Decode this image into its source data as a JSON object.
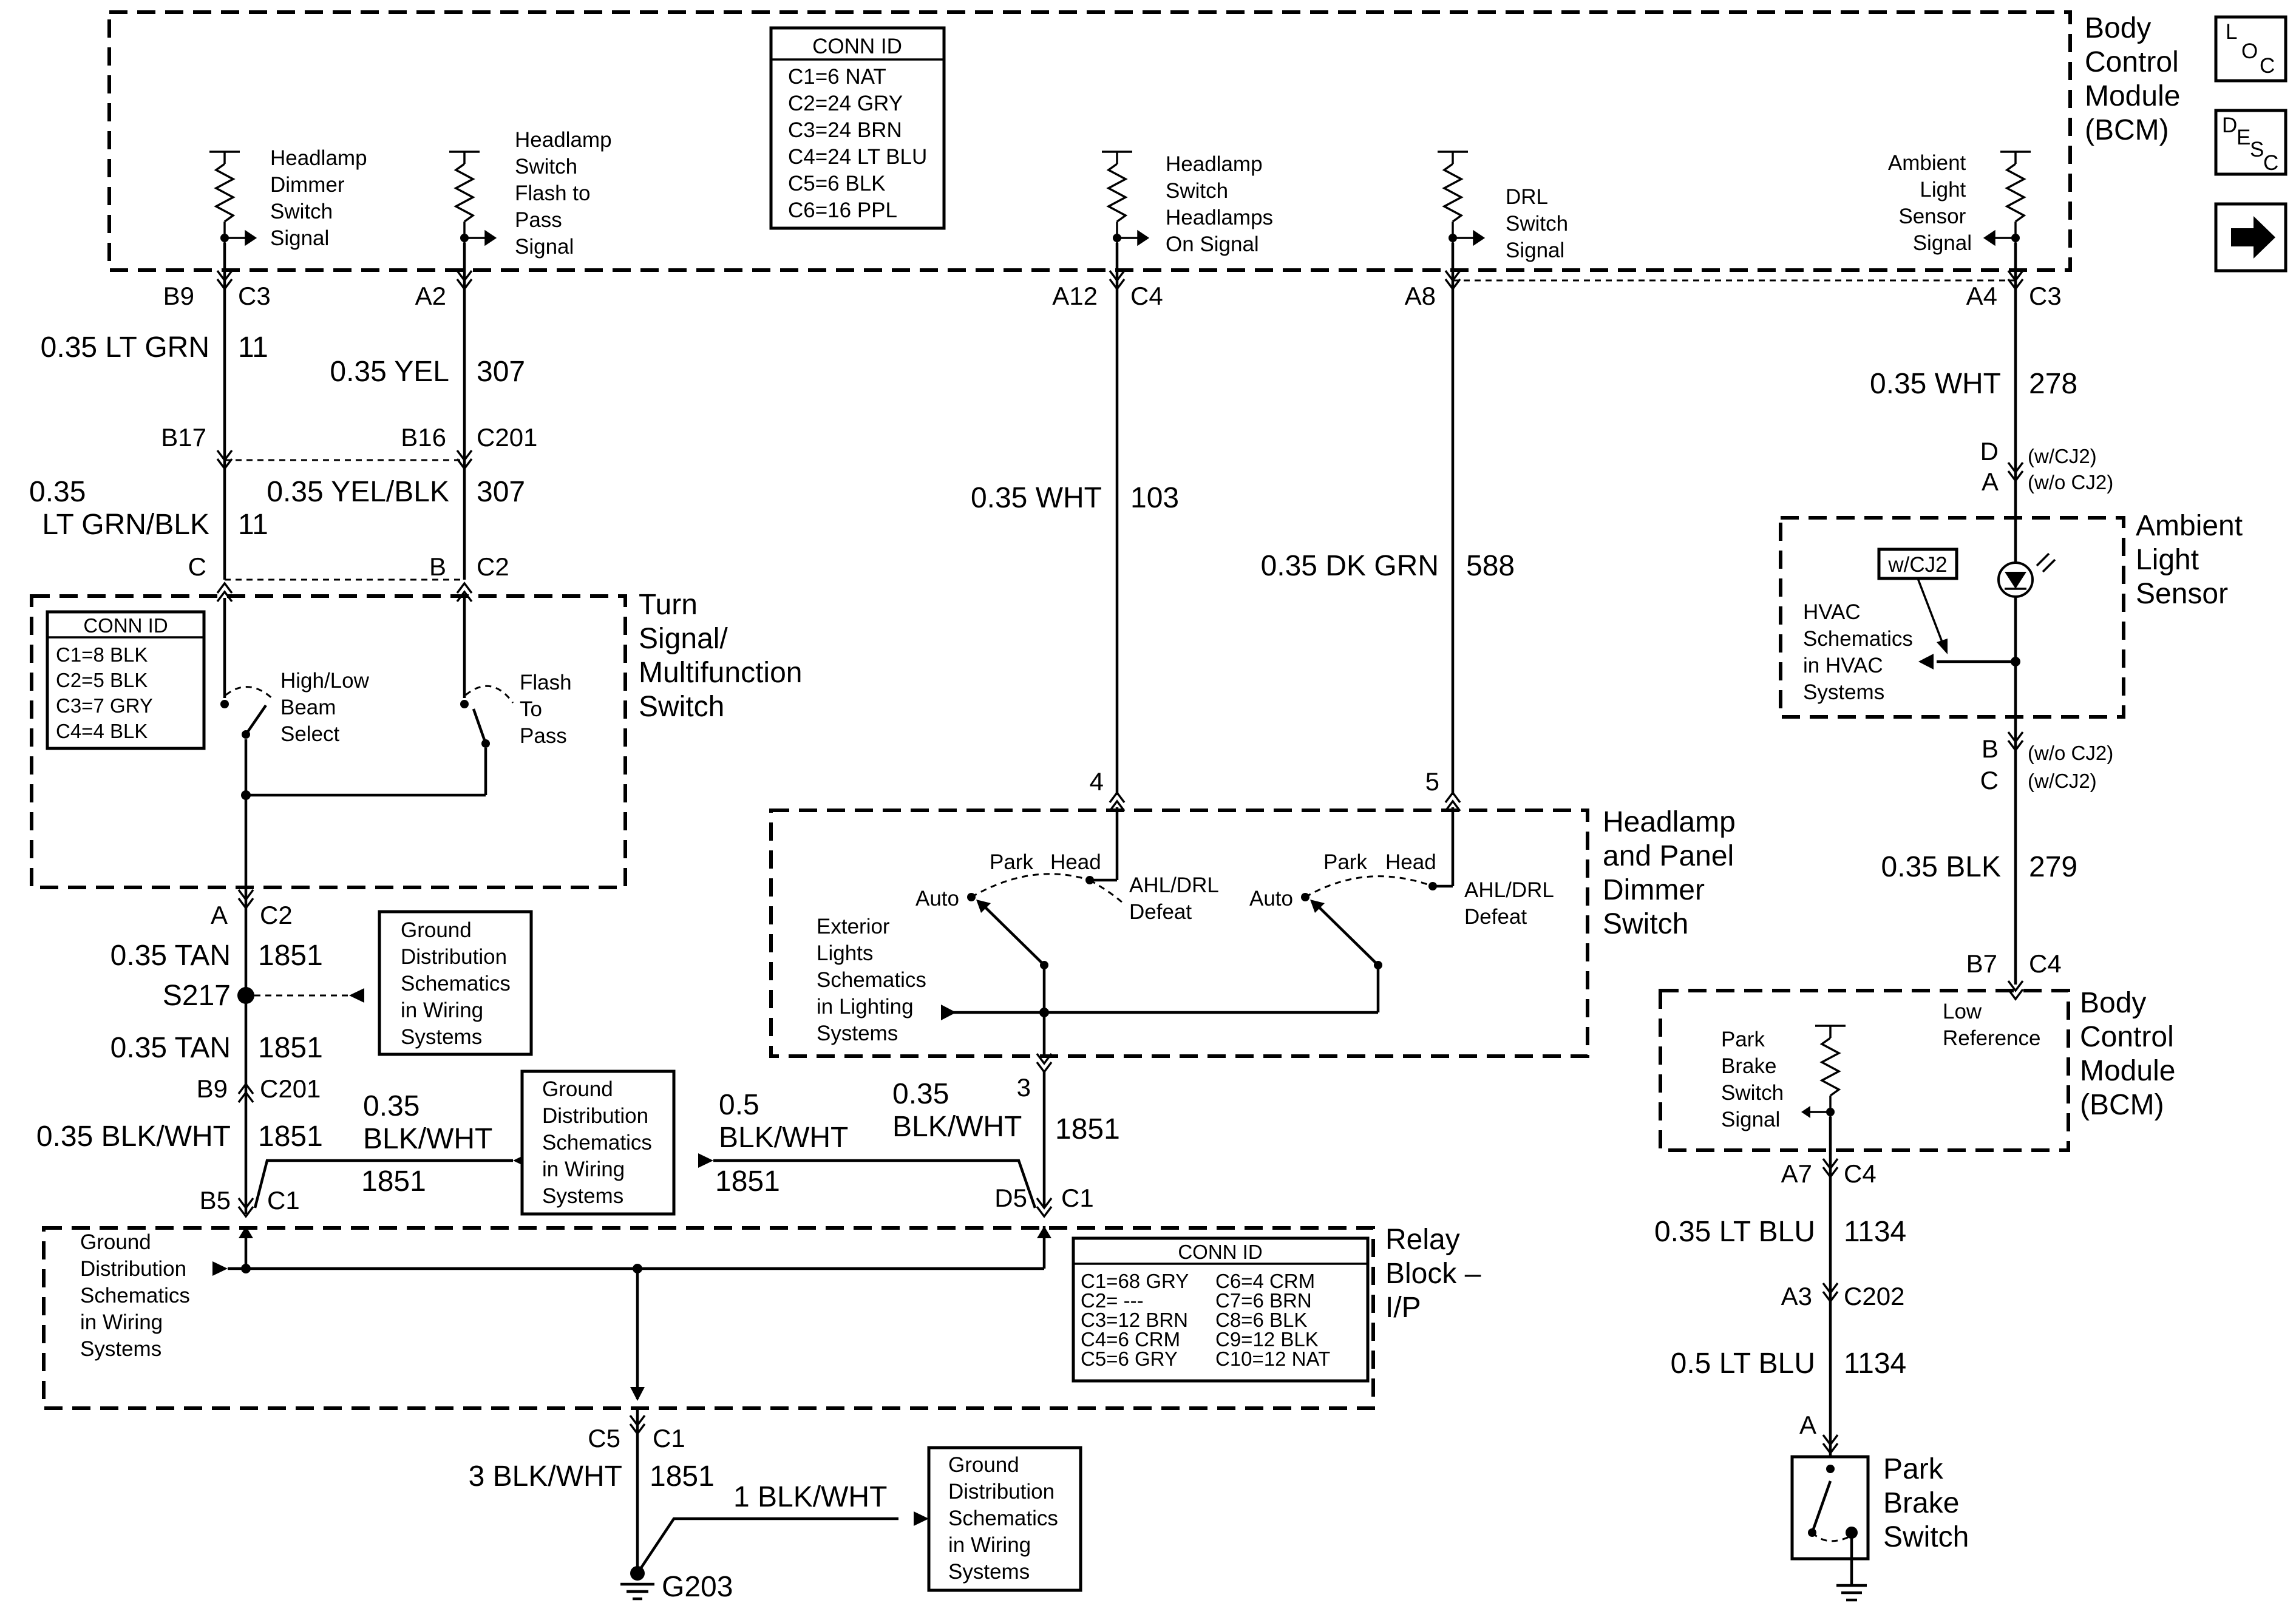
{
  "modules": {
    "bcm_top_title": [
      "Body",
      "Control",
      "Module",
      "(BCM)"
    ],
    "bcm_bottom_title": [
      "Body",
      "Control",
      "Module",
      "(BCM)"
    ],
    "turn_signal_title": [
      "Turn",
      "Signal/",
      "Multifunction",
      "Switch"
    ],
    "headlamp_dimmer_title": [
      "Headlamp",
      "and Panel",
      "Dimmer",
      "Switch"
    ],
    "ambient_sensor_title": [
      "Ambient",
      "Light",
      "Sensor"
    ],
    "relay_block_title": [
      "Relay",
      "Block –",
      "I/P"
    ],
    "park_brake_title": [
      "Park",
      "Brake",
      "Switch"
    ]
  },
  "nav_icons": {
    "loc": [
      "L",
      "O",
      "C"
    ],
    "desc": [
      "D",
      "E",
      "S",
      "C"
    ],
    "next": "arrow-right-icon"
  },
  "conn_tables": {
    "bcm": {
      "header": "CONN ID",
      "rows": [
        "C1=6 NAT",
        "C2=24 GRY",
        "C3=24 BRN",
        "C4=24 LT BLU",
        "C5=6 BLK",
        "C6=16 PPL"
      ]
    },
    "turn": {
      "header": "CONN ID",
      "rows": [
        "C1=8 BLK",
        "C2=5 BLK",
        "C3=7 GRY",
        "C4=4 BLK"
      ]
    },
    "relay": {
      "header": "CONN ID",
      "left": [
        "C1=68 GRY",
        "C2= ---",
        "C3=12 BRN",
        "C4=6 CRM",
        "C5=6 GRY"
      ],
      "right": [
        "C6=4 CRM",
        "C7=6 BRN",
        "C8=6 BLK",
        "C9=12 BLK",
        "C10=12 NAT"
      ]
    }
  },
  "bcm_signals": {
    "dimmer": [
      "Headlamp",
      "Dimmer",
      "Switch",
      "Signal"
    ],
    "flash": [
      "Headlamp",
      "Switch",
      "Flash to",
      "Pass",
      "Signal"
    ],
    "on": [
      "Headlamp",
      "Switch",
      "Headlamps",
      "On Signal"
    ],
    "drl": [
      "DRL",
      "Switch",
      "Signal"
    ],
    "ambient": [
      "Ambient",
      "Light",
      "Sensor",
      "Signal"
    ]
  },
  "wire1": {
    "pin_top": "B9",
    "conn_top": "C3",
    "wire_a": "0.35 LT GRN",
    "circuit_a": "11",
    "pin_mid": "B17",
    "wire_b1": "0.35",
    "wire_b2": "LT GRN/BLK",
    "circuit_b": "11",
    "pin_bot": "C"
  },
  "wire2": {
    "pin_top": "A2",
    "wire_a": "0.35 YEL",
    "circuit_a": "307",
    "pin_mid": "B16",
    "conn_mid": "C201",
    "wire_b": "0.35 YEL/BLK",
    "circuit_b": "307",
    "pin_bot": "B",
    "conn_bot": "C2"
  },
  "wire3": {
    "pin_top": "A12",
    "conn_top": "C4",
    "wire": "0.35 WHT",
    "circuit": "103",
    "pin_bot": "4"
  },
  "wire4": {
    "pin_top": "A8",
    "wire": "0.35 DK GRN",
    "circuit": "588",
    "pin_bot": "5"
  },
  "wire5": {
    "pin_top": "A4",
    "conn_top": "C3",
    "wire_a": "0.35 WHT",
    "circuit_a": "278",
    "pin_d": "D",
    "note_d": "(w/CJ2)",
    "pin_a": "A",
    "note_a": "(w/o CJ2)",
    "pin_b": "B",
    "note_b": "(w/o CJ2)",
    "pin_c": "C",
    "note_c": "(w/CJ2)",
    "wire_b": "0.35 BLK",
    "circuit_b": "279",
    "pin_bot": "B7",
    "conn_bot": "C4"
  },
  "turn_switch": {
    "high_low": [
      "High/Low",
      "Beam",
      "Select"
    ],
    "flash_to_pass": [
      "Flash",
      "To",
      "Pass"
    ],
    "pin_out": "A",
    "conn_out": "C2"
  },
  "ground_path": {
    "wire_a": "0.35 TAN",
    "circuit_a": "1851",
    "splice": "S217",
    "wire_b": "0.35 TAN",
    "circuit_b": "1851",
    "pin_b9": "B9",
    "conn_c201": "C201",
    "wire_c": "0.35 BLK/WHT",
    "circuit_c": "1851",
    "wire_d1": "0.35",
    "wire_d2": "BLK/WHT",
    "circuit_d": "1851",
    "wire_e1": "0.5",
    "wire_e2": "BLK/WHT",
    "circuit_e": "1851",
    "wire_f1": "0.35",
    "wire_f2": "BLK/WHT",
    "circuit_f": "1851",
    "pin_3": "3",
    "pin_b5": "B5",
    "conn_c1a": "C1",
    "pin_d5": "D5",
    "conn_c1b": "C1",
    "pin_c5": "C5",
    "conn_c1c": "C1",
    "wire_g": "3 BLK/WHT",
    "circuit_g": "1851",
    "wire_h": "1 BLK/WHT",
    "ground": "G203"
  },
  "ground_refs": [
    "Ground",
    "Distribution",
    "Schematics",
    "in Wiring",
    "Systems"
  ],
  "dimmer_switch": {
    "park_l": "Park",
    "head_l": "Head",
    "auto_l": "Auto",
    "ahl_l": [
      "AHL/DRL",
      "Defeat"
    ],
    "park_r": "Park",
    "head_r": "Head",
    "auto_r": "Auto",
    "ahl_r": [
      "AHL/DRL",
      "Defeat"
    ],
    "exterior": [
      "Exterior",
      "Lights",
      "Schematics",
      "in Lighting",
      "Systems"
    ]
  },
  "ambient_sensor": {
    "badge": "w/CJ2",
    "hvac": [
      "HVAC",
      "Schematics",
      "in HVAC",
      "Systems"
    ]
  },
  "park_brake": {
    "low_ref": [
      "Low",
      "Reference"
    ],
    "signal": [
      "Park",
      "Brake",
      "Switch",
      "Signal"
    ],
    "pin_a7": "A7",
    "conn_c4": "C4",
    "wire_a": "0.35 LT BLU",
    "circuit_a": "1134",
    "pin_a3": "A3",
    "conn_c202": "C202",
    "wire_b": "0.5 LT BLU",
    "circuit_b": "1134",
    "pin_a": "A"
  }
}
